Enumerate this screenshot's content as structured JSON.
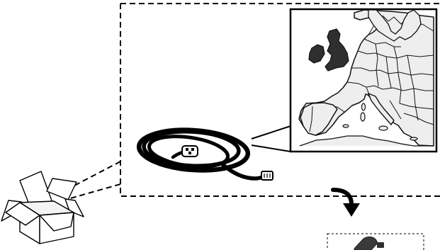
{
  "diagram": {
    "components": [
      "cardboard-box",
      "power-cord-with-plug",
      "europe-map-inset",
      "downward-arrow",
      "adapter-plug-preview"
    ],
    "regions": {
      "highlighted": [
        "united-kingdom",
        "ireland"
      ],
      "highlight_color": "#2f2f2f",
      "other_country_color": "#eeeeee",
      "sea_color": "#ffffff"
    },
    "colors": {
      "line": "#111111",
      "plug_dark": "#2f2f2f",
      "callout_dash": "#000000"
    }
  }
}
